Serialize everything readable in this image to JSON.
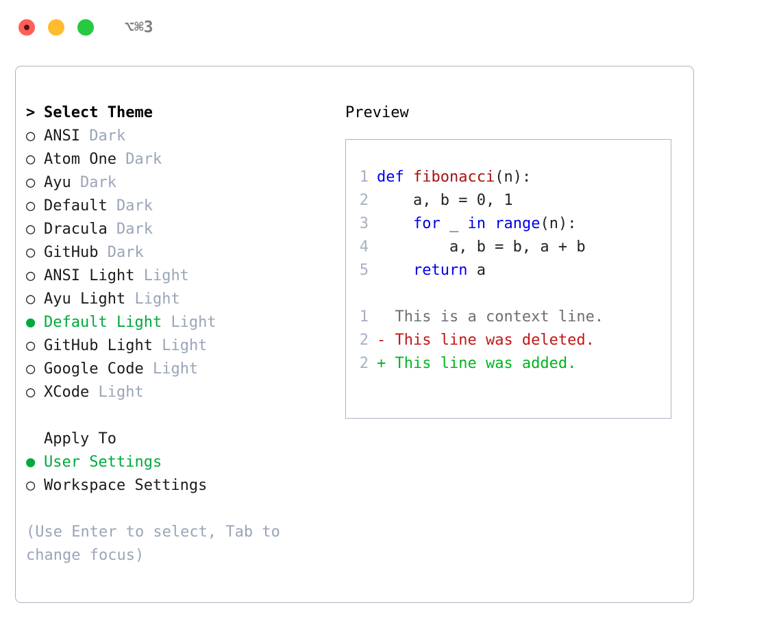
{
  "titlebar": {
    "lights": [
      {
        "name": "close",
        "color": "#FF5F56"
      },
      {
        "name": "minimize",
        "color": "#FEBC2E"
      },
      {
        "name": "maximize",
        "color": "#28C840"
      }
    ],
    "shortcut": "⌥⌘3"
  },
  "theme_picker": {
    "header_marker": ">",
    "header": "Select Theme",
    "unselected_marker": "○",
    "selected_marker": "●",
    "accent_color": "#00a93c",
    "variant_color": "#9aa5b8",
    "items": [
      {
        "marker": "○",
        "label": "ANSI",
        "variant": "Dark",
        "selected": false
      },
      {
        "marker": "○",
        "label": "Atom One",
        "variant": "Dark",
        "selected": false
      },
      {
        "marker": "○",
        "label": "Ayu",
        "variant": "Dark",
        "selected": false
      },
      {
        "marker": "○",
        "label": "Default",
        "variant": "Dark",
        "selected": false
      },
      {
        "marker": "○",
        "label": "Dracula",
        "variant": "Dark",
        "selected": false
      },
      {
        "marker": "○",
        "label": "GitHub",
        "variant": "Dark",
        "selected": false
      },
      {
        "marker": "○",
        "label": "ANSI Light",
        "variant": "Light",
        "selected": false
      },
      {
        "marker": "○",
        "label": "Ayu Light",
        "variant": "Light",
        "selected": false
      },
      {
        "marker": "●",
        "label": "Default Light",
        "variant": "Light",
        "selected": true
      },
      {
        "marker": "○",
        "label": "GitHub Light",
        "variant": "Light",
        "selected": false
      },
      {
        "marker": "○",
        "label": "Google Code",
        "variant": "Light",
        "selected": false
      },
      {
        "marker": "○",
        "label": "XCode",
        "variant": "Light",
        "selected": false
      }
    ]
  },
  "apply_to": {
    "header": "Apply To",
    "items": [
      {
        "marker": "●",
        "label": "User Settings",
        "selected": true
      },
      {
        "marker": "○",
        "label": "Workspace Settings",
        "selected": false
      }
    ]
  },
  "hint": "(Use Enter to select, Tab to change focus)",
  "preview": {
    "title": "Preview",
    "code_lines": [
      {
        "lineno": "1",
        "tokens": [
          {
            "text": "def ",
            "kind": "kw"
          },
          {
            "text": "fibonacci",
            "kind": "fn"
          },
          {
            "text": "(n):",
            "kind": "plain"
          }
        ]
      },
      {
        "lineno": "2",
        "tokens": [
          {
            "text": "    a, b = 0, 1",
            "kind": "plain"
          }
        ]
      },
      {
        "lineno": "3",
        "tokens": [
          {
            "text": "    ",
            "kind": "plain"
          },
          {
            "text": "for",
            "kind": "kw"
          },
          {
            "text": " _ ",
            "kind": "plain"
          },
          {
            "text": "in",
            "kind": "kw"
          },
          {
            "text": " ",
            "kind": "plain"
          },
          {
            "text": "range",
            "kind": "kw"
          },
          {
            "text": "(n):",
            "kind": "plain"
          }
        ]
      },
      {
        "lineno": "4",
        "tokens": [
          {
            "text": "        a, b = b, a + b",
            "kind": "plain"
          }
        ]
      },
      {
        "lineno": "5",
        "tokens": [
          {
            "text": "    ",
            "kind": "plain"
          },
          {
            "text": "return",
            "kind": "kw"
          },
          {
            "text": " a",
            "kind": "plain"
          }
        ]
      }
    ],
    "diff_lines": [
      {
        "lineno": "1",
        "sign": " ",
        "text": "This is a context line.",
        "kind": "diff-ctx"
      },
      {
        "lineno": "2",
        "sign": "-",
        "text": "This line was deleted.",
        "kind": "diff-del"
      },
      {
        "lineno": "2",
        "sign": "+",
        "text": "This line was added.",
        "kind": "diff-add"
      }
    ]
  }
}
